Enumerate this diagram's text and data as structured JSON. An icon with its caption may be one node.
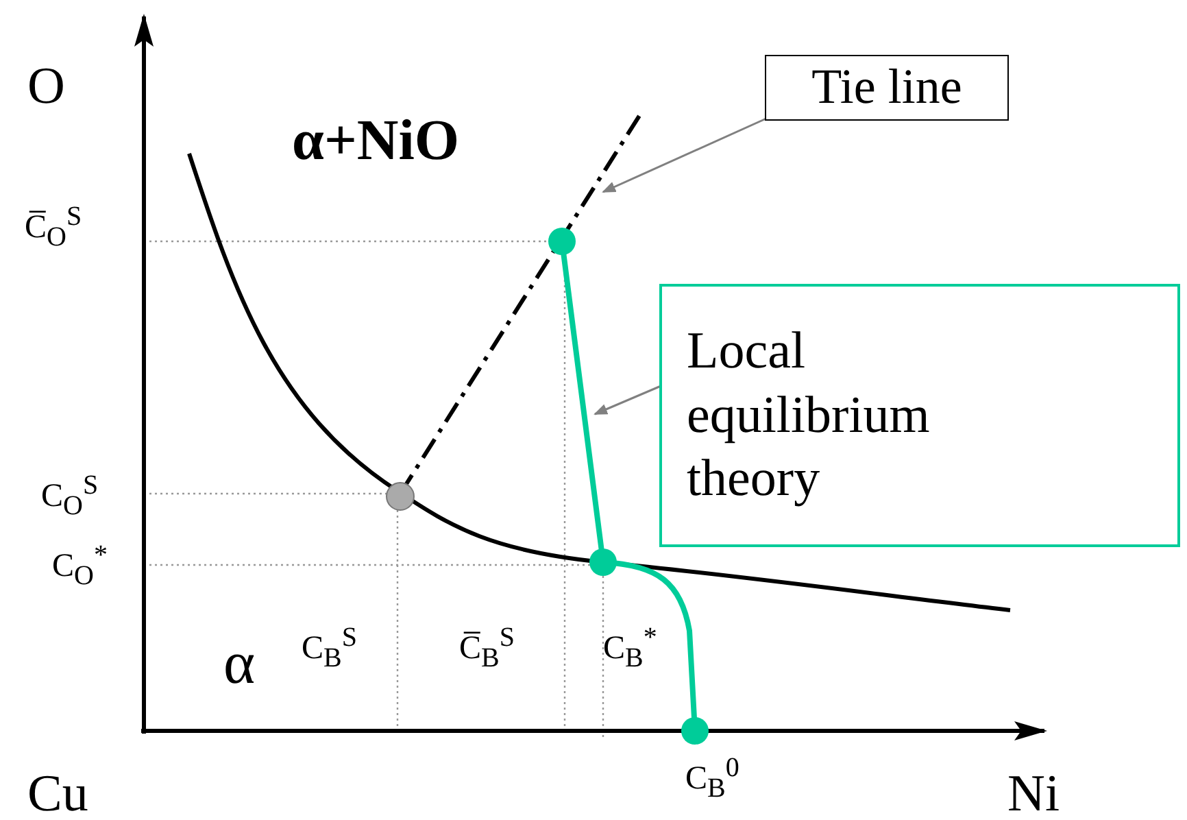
{
  "diagram": {
    "nodes": [
      {
        "text": [
          "Tie line"
        ]
      },
      {
        "text": [
          "Local equilibrium theory"
        ]
      },
      {
        "text": [],
        "shape": "line"
      },
      {
        "text": [],
        "shape": "line"
      }
    ],
    "edges": [
      {
        "from": 0,
        "to": 2,
        "arrow": "to"
      },
      {
        "from": 1,
        "to": 3,
        "arrow": "to"
      }
    ],
    "labels": [
      "O",
      "α+NiO",
      "C̅$_{O}$$^{S}$",
      "C$_{O}$$^{S}$",
      "C$_{O}$$^{*}$",
      "α",
      "C$_{B}$$^{S}$",
      "C̅$_{B}$$^{S}$",
      "C$_{B}$$^{*}$",
      "Cu",
      "C$_{B}$$^{0}$",
      "Ni"
    ]
  }
}
